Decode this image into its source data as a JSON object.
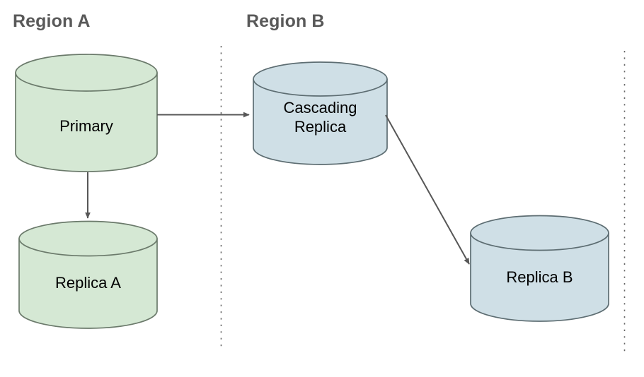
{
  "diagram": {
    "title_regions": [
      {
        "id": "region-a",
        "label": "Region A"
      },
      {
        "id": "region-b",
        "label": "Region B"
      }
    ],
    "nodes": [
      {
        "id": "primary",
        "label": "Primary",
        "shape": "cylinder",
        "fill": "#d5e8d4",
        "stroke": "#6b7a6b",
        "region": "Region A"
      },
      {
        "id": "replica-a",
        "label": "Replica A",
        "shape": "cylinder",
        "fill": "#d5e8d4",
        "stroke": "#6b7a6b",
        "region": "Region A"
      },
      {
        "id": "cascading-replica",
        "label": "Cascading\nReplica",
        "shape": "cylinder",
        "fill": "#cfdfe6",
        "stroke": "#5d6d72",
        "region": "Region B"
      },
      {
        "id": "replica-b",
        "label": "Replica B",
        "shape": "cylinder",
        "fill": "#cfdfe6",
        "stroke": "#5d6d72",
        "region": "Region B"
      }
    ],
    "edges": [
      {
        "id": "primary-to-cascading",
        "from": "primary",
        "to": "cascading-replica",
        "style": "solid-arrow"
      },
      {
        "id": "primary-to-replica-a",
        "from": "primary",
        "to": "replica-a",
        "style": "solid-arrow"
      },
      {
        "id": "cascading-to-replica-b",
        "from": "cascading-replica",
        "to": "replica-b",
        "style": "solid-arrow"
      }
    ],
    "dividers": [
      {
        "id": "divider-left",
        "style": "dotted-vertical"
      },
      {
        "id": "divider-right",
        "style": "dotted-vertical"
      }
    ],
    "colors": {
      "green_fill": "#d5e8d4",
      "green_stroke": "#6b7a6b",
      "blue_fill": "#cfdfe6",
      "blue_stroke": "#5d6d72",
      "arrow": "#575757",
      "region_text": "#595959",
      "node_text": "#000000",
      "background": "#ffffff"
    }
  }
}
